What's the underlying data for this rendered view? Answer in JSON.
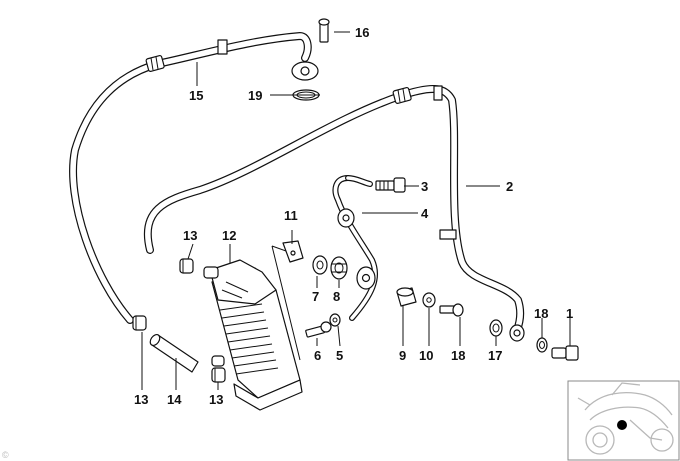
{
  "diagram": {
    "callouts": [
      {
        "id": "c1",
        "text": "1"
      },
      {
        "id": "c2",
        "text": "2"
      },
      {
        "id": "c3",
        "text": "3"
      },
      {
        "id": "c4",
        "text": "4"
      },
      {
        "id": "c5",
        "text": "5"
      },
      {
        "id": "c6",
        "text": "6"
      },
      {
        "id": "c7",
        "text": "7"
      },
      {
        "id": "c8",
        "text": "8"
      },
      {
        "id": "c9",
        "text": "9"
      },
      {
        "id": "c10",
        "text": "10"
      },
      {
        "id": "c11",
        "text": "11"
      },
      {
        "id": "c12",
        "text": "12"
      },
      {
        "id": "c13a",
        "text": "13"
      },
      {
        "id": "c13b",
        "text": "13"
      },
      {
        "id": "c13c",
        "text": "13"
      },
      {
        "id": "c14",
        "text": "14"
      },
      {
        "id": "c15",
        "text": "15"
      },
      {
        "id": "c16",
        "text": "16"
      },
      {
        "id": "c17",
        "text": "17"
      },
      {
        "id": "c18a",
        "text": "18"
      },
      {
        "id": "c18b",
        "text": "18"
      },
      {
        "id": "c19",
        "text": "19"
      }
    ],
    "watermark": "©"
  }
}
